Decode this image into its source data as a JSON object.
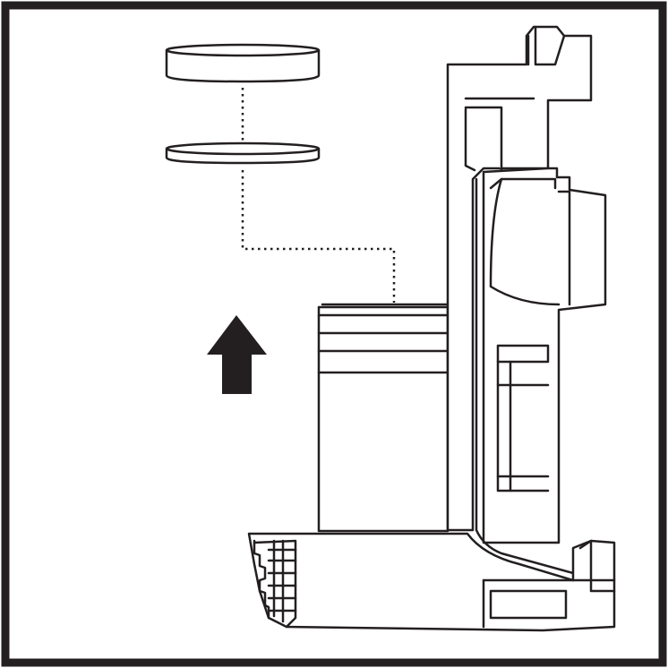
{
  "diagram": {
    "description_free": true,
    "parts": {
      "upper_filter": "foam-filter-disc",
      "lower_filter": "felt-filter-disc",
      "direction": "up"
    },
    "colors": {
      "ink": "#231f20",
      "paper": "#ffffff",
      "frame": "#231f20"
    }
  }
}
